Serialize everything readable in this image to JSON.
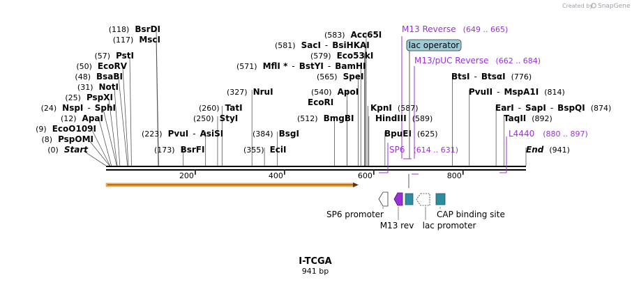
{
  "credit": {
    "prefix": "Created by",
    "brand": "SnapGene"
  },
  "title": "I-TCGA",
  "length_label": "941 bp",
  "sequence_length": 941,
  "ruler": {
    "ticks": [
      200,
      400,
      600,
      800
    ]
  },
  "colors": {
    "primer": "#9b30d9",
    "feature_teal": "#2e8ca0",
    "orf_arrow": "#f2ae4b",
    "backbone": "#000000"
  },
  "sites": [
    {
      "id": "start",
      "pos": 0,
      "pos_text": "(0)",
      "label": "Start",
      "italic": true
    },
    {
      "id": "psp-omi",
      "pos": 8,
      "pos_text": "(8)",
      "label": "PspOMI"
    },
    {
      "id": "eco-o109i",
      "pos": 9,
      "pos_text": "(9)",
      "label": "EcoO109I"
    },
    {
      "id": "apa-i",
      "pos": 12,
      "pos_text": "(12)",
      "label": "ApaI"
    },
    {
      "id": "nsp-i",
      "pos": 24,
      "pos_text": "(24)",
      "label": "NspI",
      "sep": "-",
      "label2": "SphI"
    },
    {
      "id": "psp-xi",
      "pos": 25,
      "pos_text": "(25)",
      "label": "PspXI"
    },
    {
      "id": "not-i",
      "pos": 31,
      "pos_text": "(31)",
      "label": "NotI"
    },
    {
      "id": "bsa-bi",
      "pos": 48,
      "pos_text": "(48)",
      "label": "BsaBI"
    },
    {
      "id": "eco-rv",
      "pos": 50,
      "pos_text": "(50)",
      "label": "EcoRV"
    },
    {
      "id": "pst-i",
      "pos": 57,
      "pos_text": "(57)",
      "label": "PstI"
    },
    {
      "id": "msc-i",
      "pos": 117,
      "pos_text": "(117)",
      "label": "MscI"
    },
    {
      "id": "bsr-di",
      "pos": 118,
      "pos_text": "(118)",
      "label": "BsrDI"
    },
    {
      "id": "bsr-fi",
      "pos": 173,
      "pos_text": "(173)",
      "label": "BsrFI"
    },
    {
      "id": "pvu-i",
      "pos": 223,
      "pos_text": "(223)",
      "label": "PvuI",
      "sep": "-",
      "label2": "AsiSI"
    },
    {
      "id": "sty-i",
      "pos": 250,
      "pos_text": "(250)",
      "label": "StyI"
    },
    {
      "id": "tat-i",
      "pos": 260,
      "pos_text": "(260)",
      "label": "TatI"
    },
    {
      "id": "nru-i",
      "pos": 327,
      "pos_text": "(327)",
      "label": "NruI"
    },
    {
      "id": "eci-i",
      "pos": 355,
      "pos_text": "(355)",
      "label": "EciI"
    },
    {
      "id": "bsg-i",
      "pos": 384,
      "pos_text": "(384)",
      "label": "BsgI"
    },
    {
      "id": "bmg-bi",
      "pos": 512,
      "pos_text": "(512)",
      "label": "BmgBI"
    },
    {
      "id": "eco-ri",
      "pos": 540,
      "pos_text": "",
      "label": "EcoRI"
    },
    {
      "id": "apo-i",
      "pos": 540,
      "pos_text": "(540)",
      "label": "ApoI"
    },
    {
      "id": "spe-i",
      "pos": 565,
      "pos_text": "(565)",
      "label": "SpeI"
    },
    {
      "id": "mfl-i",
      "pos": 571,
      "pos_text": "(571)",
      "label": "MflI *",
      "sep": "-",
      "label2": "BstYI",
      "sep2": "-",
      "label3": "BamHI"
    },
    {
      "id": "eco-53ki",
      "pos": 579,
      "pos_text": "(579)",
      "label": "Eco53kI"
    },
    {
      "id": "sac-i",
      "pos": 581,
      "pos_text": "(581)",
      "label": "SacI",
      "sep": "-",
      "label2": "BsiHKAI"
    },
    {
      "id": "acc-65i",
      "pos": 583,
      "pos_text": "(583)",
      "label": "Acc65I"
    },
    {
      "id": "kpn-i",
      "pos": 587,
      "pos_text": "(587)",
      "label": "KpnI"
    },
    {
      "id": "hind-iii",
      "pos": 589,
      "pos_text": "(589)",
      "label": "HindIII"
    },
    {
      "id": "bpu-ei",
      "pos": 625,
      "pos_text": "(625)",
      "label": "BpuEI"
    },
    {
      "id": "bts-i",
      "pos": 776,
      "pos_text": "(776)",
      "label": "BtsI",
      "sep": "-",
      "label2": "BtsαI"
    },
    {
      "id": "pvu-ii",
      "pos": 814,
      "pos_text": "(814)",
      "label": "PvuII",
      "sep": "-",
      "label2": "MspA1I"
    },
    {
      "id": "ear-i",
      "pos": 874,
      "pos_text": "(874)",
      "label": "EarI",
      "sep": "-",
      "label2": "SapI",
      "sep2": "-",
      "label3": "BspQI"
    },
    {
      "id": "taq-ii",
      "pos": 892,
      "pos_text": "(892)",
      "label": "TaqII"
    },
    {
      "id": "end",
      "pos": 941,
      "pos_text": "(941)",
      "label": "End",
      "italic": true
    }
  ],
  "primers": [
    {
      "id": "m13-reverse",
      "name": "M13 Reverse",
      "range": "(649 .. 665)"
    },
    {
      "id": "m13-puc-reverse",
      "name": "M13/pUC Reverse",
      "range": "(662 .. 684)"
    },
    {
      "id": "sp6",
      "name": "SP6",
      "range": "(614 .. 631)"
    },
    {
      "id": "l4440",
      "name": "L4440",
      "range": "(880 .. 897)"
    }
  ],
  "features": [
    {
      "id": "lac-operator",
      "label": "lac operator"
    },
    {
      "id": "sp6-promoter",
      "label": "SP6 promoter"
    },
    {
      "id": "m13-rev",
      "label": "M13 rev"
    },
    {
      "id": "lac-promoter",
      "label": "lac promoter"
    },
    {
      "id": "cap-binding-site",
      "label": "CAP binding site"
    }
  ]
}
